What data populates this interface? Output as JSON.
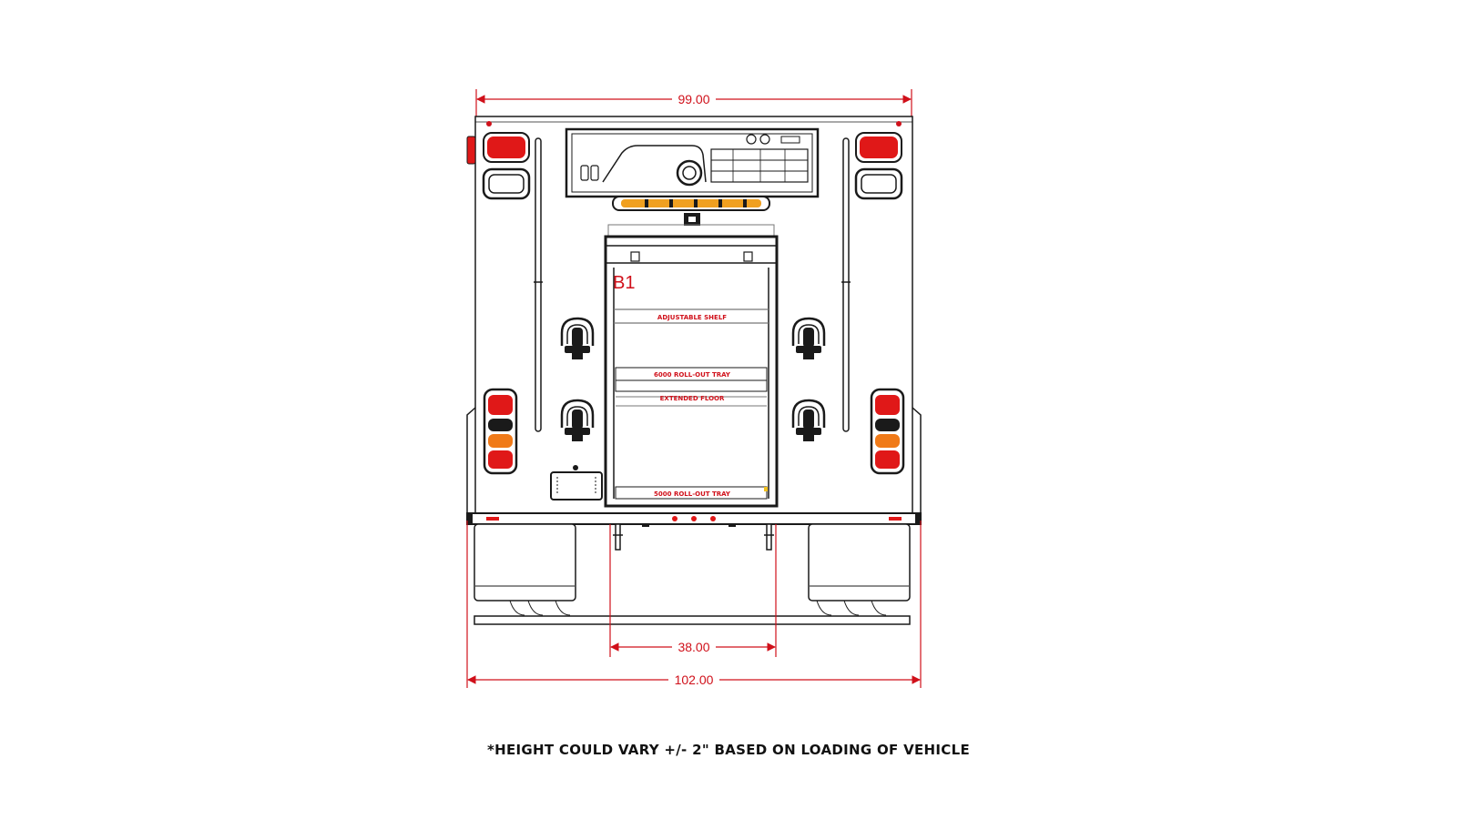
{
  "dimensions": {
    "top_width": "99.00",
    "door_width": "38.00",
    "overall_width": "102.00"
  },
  "compartment": {
    "id": "B1",
    "labels": {
      "shelf": "ADJUSTABLE SHELF",
      "tray_upper": "6000 ROLL-OUT TRAY",
      "floor": "EXTENDED FLOOR",
      "tray_lower": "5000 ROLL-OUT TRAY"
    }
  },
  "note": "*HEIGHT COULD VARY +/- 2\" BASED ON LOADING OF VEHICLE",
  "colors": {
    "dimension": "#d0101a",
    "outline": "#1a1a1a",
    "amber": "#f0a020",
    "stop_red": "#e01818"
  }
}
